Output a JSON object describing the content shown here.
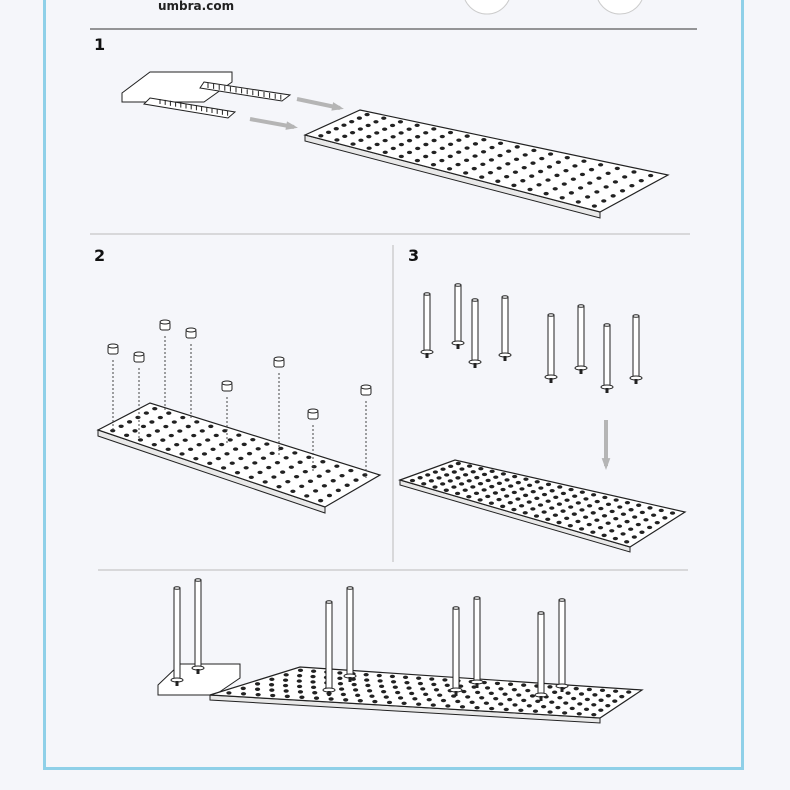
{
  "header": {
    "website": "umbra.com"
  },
  "steps": [
    {
      "number": "1"
    },
    {
      "number": "2"
    },
    {
      "number": "3"
    }
  ],
  "colors": {
    "frame": "#8fd0e8",
    "arrow": "#b5b5b5",
    "line": "#222222",
    "background": "#f5f6fa"
  }
}
